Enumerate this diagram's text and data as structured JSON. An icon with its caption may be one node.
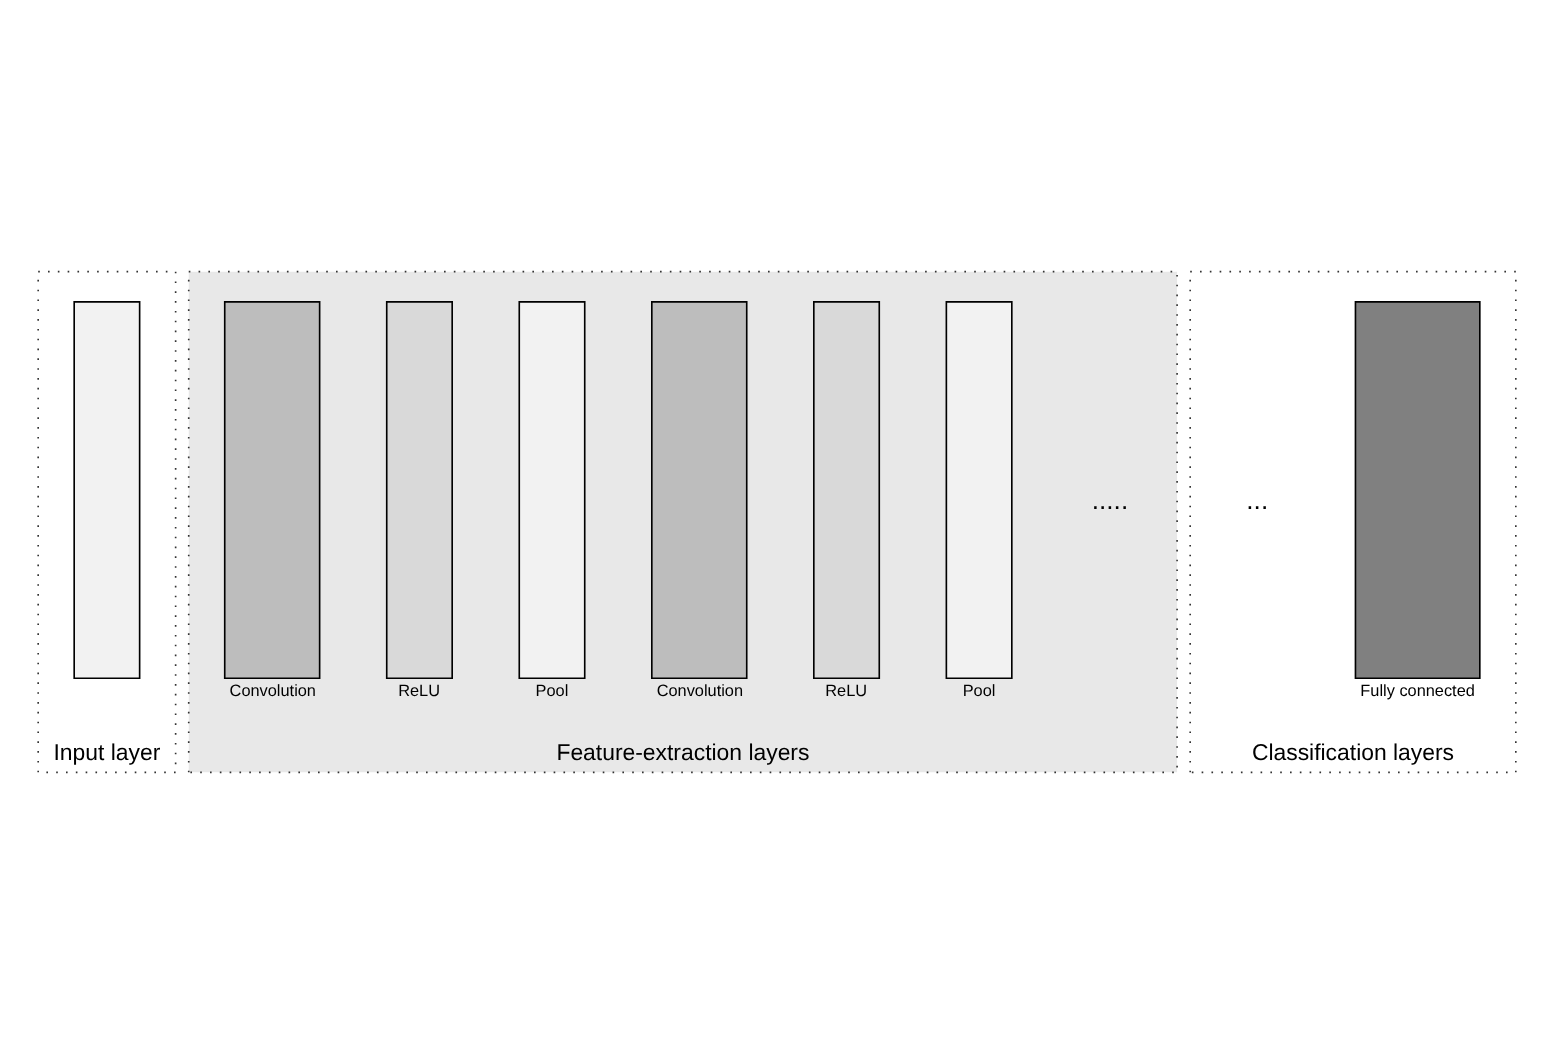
{
  "diagram": {
    "nodes": [
      {
        "text": [
          "Input layer"
        ]
      },
      {
        "text": [],
        "shape": "bar",
        "in": 0
      },
      {
        "text": [
          "Feature-extraction layers"
        ]
      },
      {
        "text": [
          "Convolution"
        ],
        "in": 2
      },
      {
        "text": [
          "ReLU"
        ],
        "in": 2
      },
      {
        "text": [
          "Pool"
        ],
        "in": 2
      },
      {
        "text": [
          "Convolution"
        ],
        "in": 2
      },
      {
        "text": [
          "ReLU"
        ],
        "in": 2
      },
      {
        "text": [
          "Pool"
        ],
        "in": 2
      },
      {
        "text": [
          "Classification layers"
        ]
      },
      {
        "text": [
          "Fully connected"
        ],
        "in": 9
      }
    ],
    "edges": [],
    "labels": [
      ".....",
      "..."
    ]
  }
}
